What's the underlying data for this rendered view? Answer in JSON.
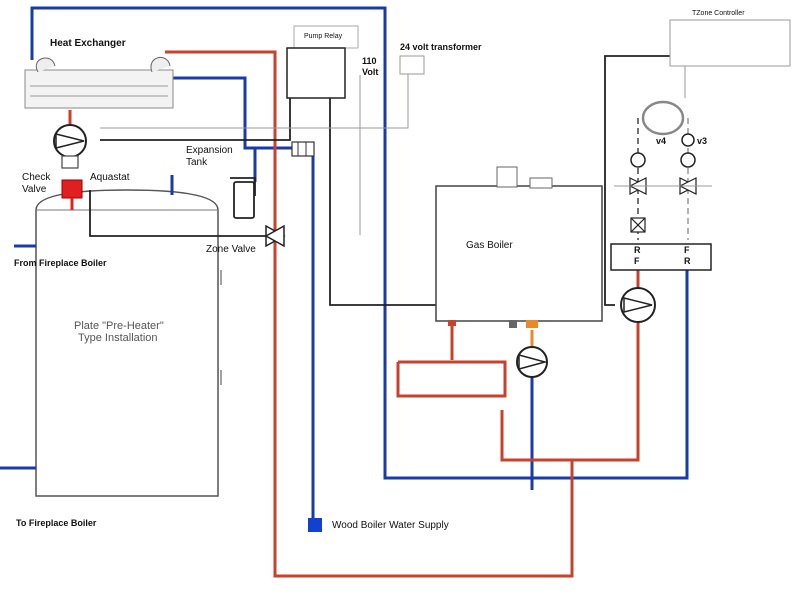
{
  "labels": {
    "heat_exchanger": "Heat Exchanger",
    "pump_relay": "Pump Relay",
    "volt_110_line1": "110",
    "volt_110_line2": "Volt",
    "transformer_24v": "24 volt transformer",
    "tzone_controller": "TZone Controller",
    "expansion_tank_line1": "Expansion",
    "expansion_tank_line2": "Tank",
    "check_valve_line1": "Check",
    "check_valve_line2": "Valve",
    "aquastat": "Aquastat",
    "zone_valve": "Zone Valve",
    "from_fireplace_boiler": "From Fireplace Boiler",
    "plate_preheater_line1": "Plate \"Pre-Heater\"",
    "plate_preheater_line2": "Type Installation",
    "gas_boiler": "Gas Boiler",
    "to_fireplace_boiler": "To Fireplace Boiler",
    "wood_boiler_water_supply": "Wood Boiler Water Supply",
    "v4": "v4",
    "v3": "v3",
    "manifold_left_r": "R",
    "manifold_left_f": "F",
    "manifold_right_f": "F",
    "manifold_right_r": "R"
  },
  "colors": {
    "supply_pipe": "#c8412b",
    "return_pipe": "#1a3aa8",
    "control_wire": "#222222",
    "thin_wire": "#888888",
    "aquastat_fill": "#e02020",
    "orange_pipe": "#e88a2a",
    "legend_square": "#1440d0"
  }
}
